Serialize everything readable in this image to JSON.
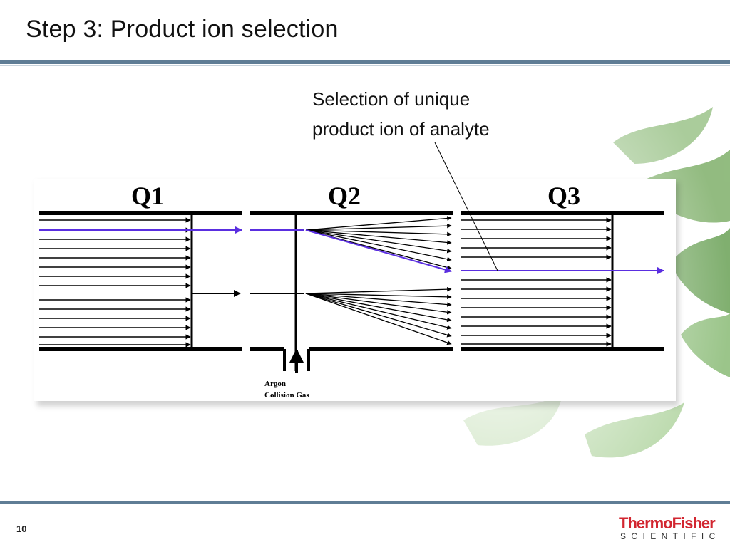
{
  "slide": {
    "title": "Step 3: Product ion selection",
    "page_number": "10"
  },
  "callout": {
    "line1": "Selection of unique",
    "line2": "product ion of analyte"
  },
  "diagram": {
    "quadrupoles": [
      "Q1",
      "Q2",
      "Q3"
    ],
    "gas_label_line1": "Argon",
    "gas_label_line2": "Collision Gas",
    "colors": {
      "selected_ion": "#5a2ee0",
      "lines": "#000000"
    }
  },
  "logo": {
    "brand": "ThermoFisher",
    "subtitle": "SCIENTIFIC",
    "color": "#d22630"
  }
}
